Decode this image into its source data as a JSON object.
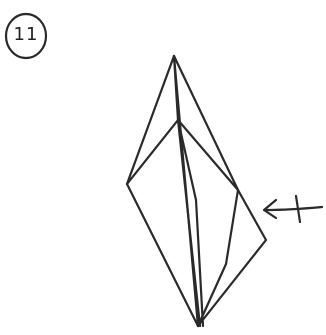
{
  "step": {
    "number": "11"
  },
  "colors": {
    "ink": "#2a2a2a",
    "background": "#ffffff"
  },
  "icons": {
    "step_circle": "hand-drawn-circle",
    "arrow": "left-arrow-with-tail-tick"
  }
}
